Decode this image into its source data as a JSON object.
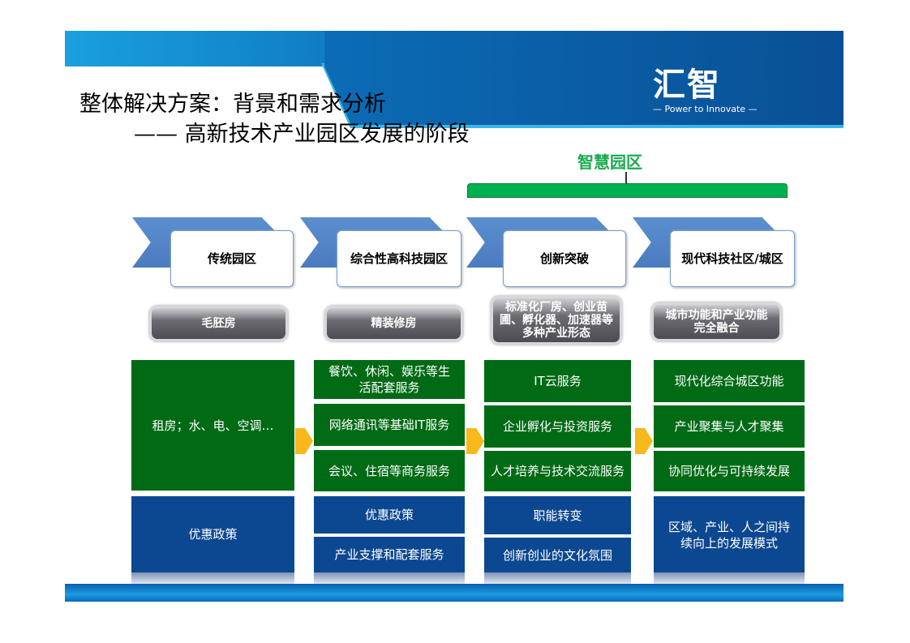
{
  "header": {
    "logo_text": "汇智",
    "logo_tagline": "— Power to Innovate —",
    "title_line1": "整体解决方案：背景和需求分析",
    "title_line2": "—— 高新技术产业园区发展的阶段"
  },
  "bracket_label": "智慧园区",
  "stages": [
    {
      "name": "传统园区",
      "form": "毛胚房",
      "green": [
        "租房；水、电、空调…"
      ],
      "blue": [
        "优惠政策"
      ]
    },
    {
      "name": "综合性高科技园区",
      "form": "精装修房",
      "green": [
        "餐饮、休闲、娱乐等生活配套服务",
        "网络通讯等基础IT服务",
        "会议、住宿等商务服务"
      ],
      "blue": [
        "优惠政策",
        "产业支撑和配套服务"
      ]
    },
    {
      "name": "创新突破",
      "form": "标准化厂房、创业苗圃、孵化器、加速器等多种产业形态",
      "green": [
        "IT云服务",
        "企业孵化与投资服务",
        "人才培养与技术交流服务"
      ],
      "blue": [
        "职能转变",
        "创新创业的文化氛围"
      ]
    },
    {
      "name": "现代科技社区/城区",
      "form": "城市功能和产业功能完全融合",
      "green": [
        "现代化综合城区功能",
        "产业聚集与人才聚集",
        "协同优化与可持续发展"
      ],
      "blue": [
        "区域、产业、人之间持续向上的发展模式"
      ]
    }
  ],
  "colors": {
    "green": "#006a15",
    "blue": "#0c4891",
    "accent_green": "#00b050",
    "arrow": "#f9b81b"
  }
}
